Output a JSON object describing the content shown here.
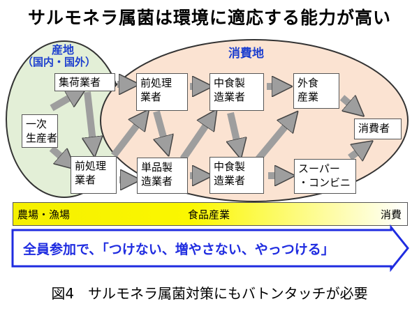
{
  "title": "サルモネラ属菌は環境に適応する能力が高い",
  "zones": {
    "production": {
      "label": "産地",
      "sublabel": "（国内・国外）"
    },
    "consumption": {
      "label": "消費地"
    }
  },
  "nodes": {
    "primary_producer": "一次\n生産者",
    "collector": "集荷業者",
    "preprocess_top": "前処理\n業者",
    "preprocess_bottom": "前処理\n業者",
    "single_product": "単品製\n造業者",
    "mid_food_top": "中食製\n造業者",
    "mid_food_bottom": "中食製\n造業者",
    "food_service": "外食\n産業",
    "supermarket": "スーパー\n・コンビニ",
    "consumer": "消費者"
  },
  "bar": {
    "left": "農場・漁場",
    "center": "食品産業",
    "right": "消費"
  },
  "slogan": "全員参加で、「つけない、増やさない、やっつける」",
  "caption": "図4　サルモネラ属菌対策にもバトンタッチが必要",
  "colors": {
    "production_zone": "#e3efd7",
    "consumption_zone": "#fbe3d2",
    "zone_label": "#1d3fcf",
    "arrow": "#9e9e9e",
    "slogan": "#1f2ce0",
    "bar_yellow": "#f5f000"
  }
}
